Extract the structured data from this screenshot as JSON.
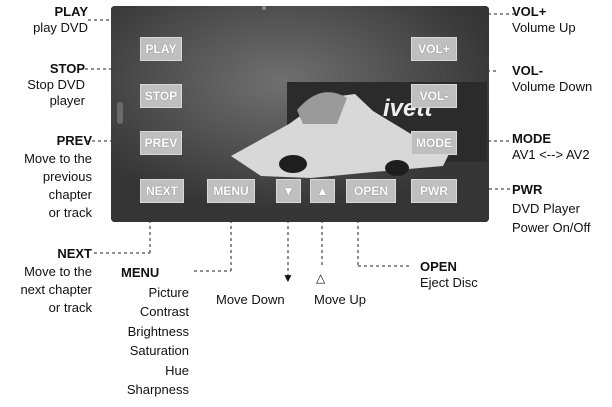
{
  "buttons": {
    "play": "PLAY",
    "stop": "STOP",
    "prev": "PREV",
    "next": "NEXT",
    "menu": "MENU",
    "down": "▼",
    "up": "▲",
    "open": "OPEN",
    "volup": "VOL+",
    "voldown": "VOL-",
    "mode": "MODE",
    "pwr": "PWR"
  },
  "screen_text": "ivett",
  "callouts": {
    "play": {
      "title": "PLAY",
      "desc": [
        "play DVD"
      ]
    },
    "stop": {
      "title": "STOP",
      "desc": [
        "Stop DVD",
        "player"
      ]
    },
    "prev": {
      "title": "PREV",
      "desc": [
        "Move to the",
        "previous",
        "chapter",
        "or track"
      ]
    },
    "next": {
      "title": "NEXT",
      "desc": [
        "Move to the",
        "next chapter",
        "or track"
      ]
    },
    "menu": {
      "title": "MENU",
      "desc": [
        "Picture",
        "Contrast",
        "Brightness",
        "Saturation",
        "Hue",
        "Sharpness"
      ]
    },
    "down": {
      "marker": "▼",
      "desc": "Move Down"
    },
    "up": {
      "marker": "△",
      "desc": "Move Up"
    },
    "open": {
      "title": "OPEN",
      "desc": [
        "Eject Disc"
      ]
    },
    "volup": {
      "title": "VOL+",
      "desc": [
        "Volume Up"
      ]
    },
    "voldown": {
      "title": "VOL-",
      "desc": [
        "Volume Down"
      ]
    },
    "mode": {
      "title": "MODE",
      "desc": [
        "AV1 <--> AV2"
      ]
    },
    "pwr": {
      "title": "PWR",
      "desc": [
        "DVD Player",
        "Power On/Off"
      ]
    }
  }
}
